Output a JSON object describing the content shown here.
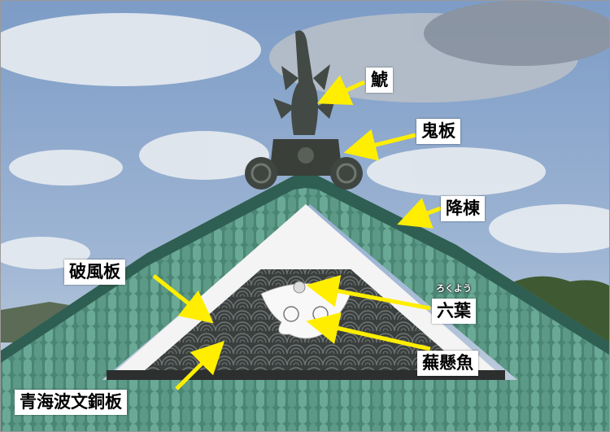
{
  "labels": {
    "shachi": "鯱",
    "onita": "鬼板",
    "kudarimune": "降棟",
    "hafuita": "破風板",
    "rokuyo": "六葉",
    "rokuyo_reading": "ろくよう",
    "kegyo": "蕪懸魚",
    "seigaiha": "青海波文銅板"
  },
  "colors": {
    "arrow": "#ffee00",
    "sky": "#6e8fb8",
    "copper_tile": "#4f8f7c",
    "gable_white": "#f4f4f4"
  }
}
